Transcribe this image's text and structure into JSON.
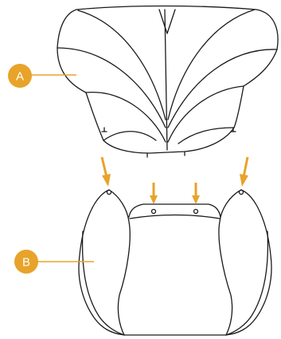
{
  "colors": {
    "background": "#ffffff",
    "line": "#1a1a1a",
    "accent": "#e8a32a"
  },
  "callouts": [
    {
      "label": "A",
      "part": "backrest-cover"
    },
    {
      "label": "B",
      "part": "seat-cushion-cover"
    }
  ],
  "icons": {
    "arrow": "orange-down-arrow-icon",
    "fastener": "snap-fastener-icon"
  }
}
